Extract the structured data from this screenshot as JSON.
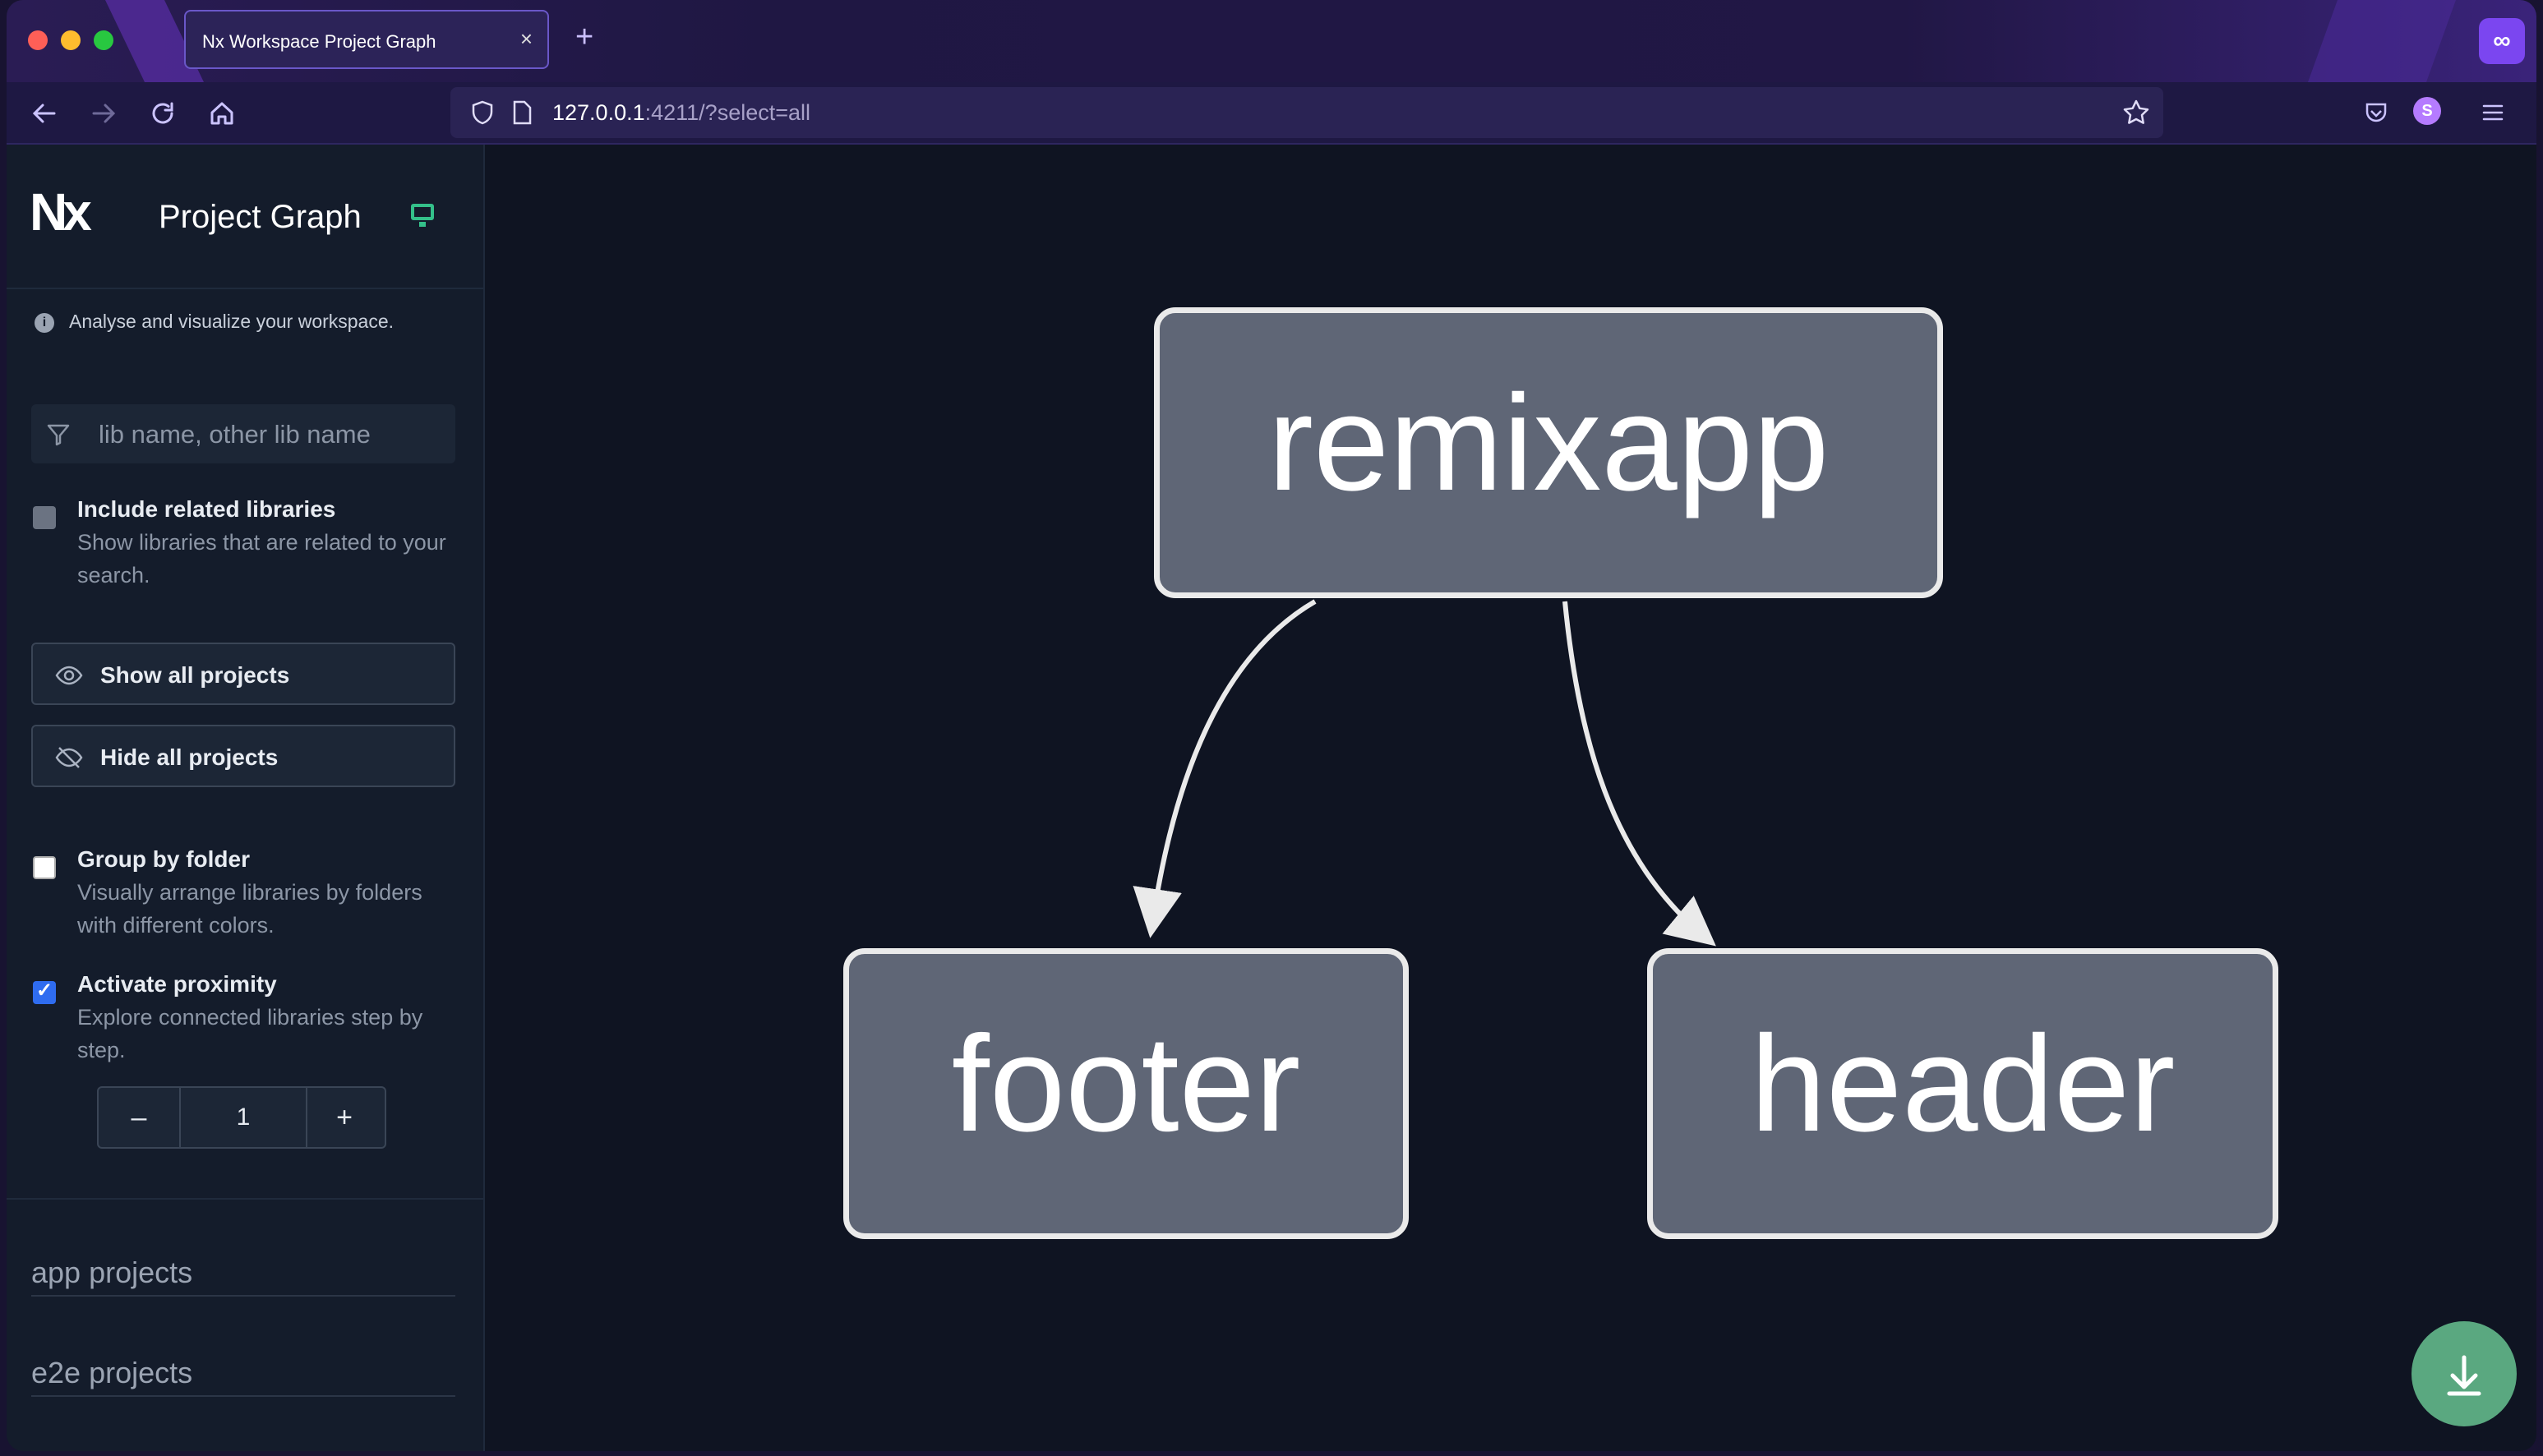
{
  "browser": {
    "tab_title": "Nx Workspace Project Graph",
    "tab_close": "×",
    "new_tab": "+",
    "url_host": "127.0.0.1",
    "url_rest": ":4211/?select=all",
    "profile_initial": "S",
    "extension_glyph": "∞"
  },
  "sidebar": {
    "logo_text": "Nx",
    "title": "Project Graph",
    "info_text": "Analyse and visualize your workspace.",
    "filter_placeholder": "lib name, other lib name",
    "include_related": {
      "label": "Include related libraries",
      "description": "Show libraries that are related to your search.",
      "checked": false
    },
    "show_all_label": "Show all projects",
    "hide_all_label": "Hide all projects",
    "group_by_folder": {
      "label": "Group by folder",
      "description": "Visually arrange libraries by folders with different colors.",
      "checked": false
    },
    "activate_proximity": {
      "label": "Activate proximity",
      "description": "Explore connected libraries step by step.",
      "checked": true
    },
    "proximity": {
      "decrement": "–",
      "value": "1",
      "increment": "+"
    },
    "sections": [
      "app projects",
      "e2e projects"
    ]
  },
  "graph": {
    "nodes": [
      "remixapp",
      "footer",
      "header"
    ],
    "edges": [
      {
        "from": "remixapp",
        "to": "footer"
      },
      {
        "from": "remixapp",
        "to": "header"
      }
    ]
  },
  "colors": {
    "accent": "#2f6cf0",
    "download_button": "#5aa880",
    "node_fill": "#5f6676",
    "node_border": "#eaeaea",
    "graph_background": "#0f1422",
    "status_monitor": "#34c08a"
  },
  "icons": {
    "back": "arrow-left-icon",
    "forward": "arrow-right-icon",
    "reload": "reload-icon",
    "home": "home-icon",
    "shield": "shield-icon",
    "page": "page-icon",
    "bookmark": "star-icon",
    "pocket": "pocket-icon",
    "menu": "hamburger-icon",
    "download": "download-icon"
  }
}
